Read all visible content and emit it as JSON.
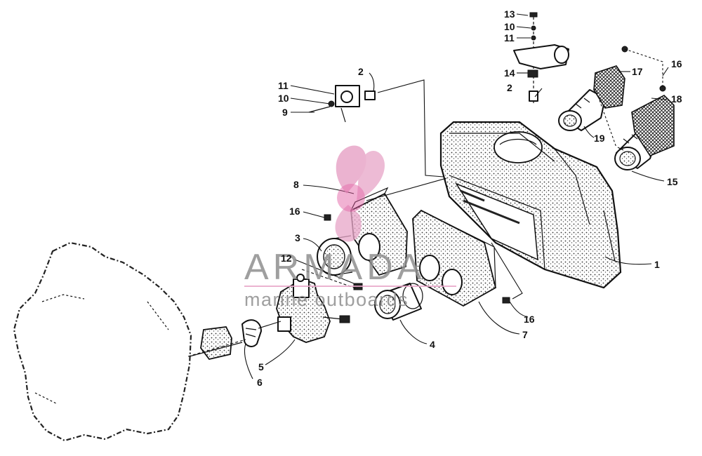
{
  "watermark": {
    "brand": "ARMADA",
    "tagline": "marine outboards",
    "accent_color": "#e8a6c8",
    "text_color": "#8f8f8f"
  },
  "callouts": {
    "c1": "1",
    "c2a": "2",
    "c2b": "2",
    "c3": "3",
    "c4": "4",
    "c5": "5",
    "c6": "6",
    "c7": "7",
    "c8": "8",
    "c9": "9",
    "c10a": "10",
    "c10b": "10",
    "c11a": "11",
    "c11b": "11",
    "c12": "12",
    "c13": "13",
    "c14": "14",
    "c15": "15",
    "c16a": "16",
    "c16b": "16",
    "c16c": "16",
    "c17": "17",
    "c18": "18",
    "c19": "19"
  }
}
